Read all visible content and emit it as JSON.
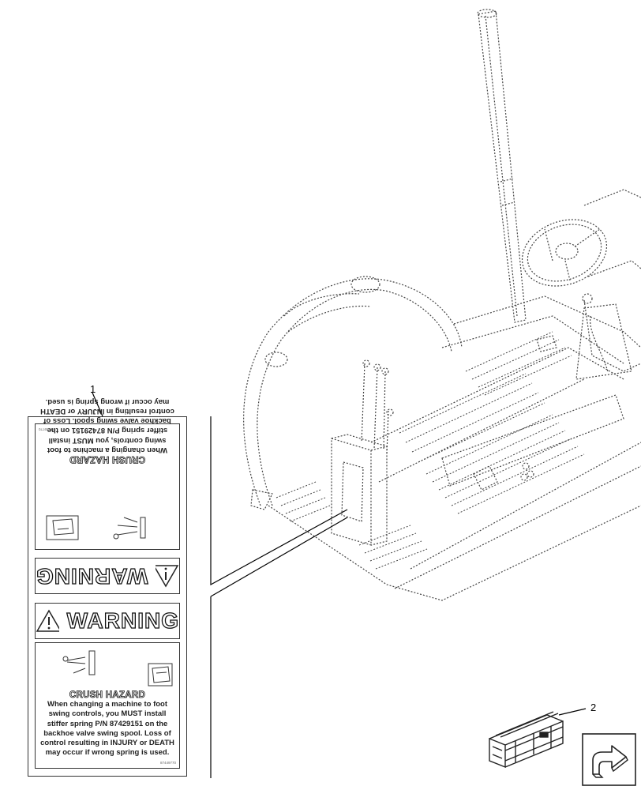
{
  "callouts": {
    "decal": "1",
    "crate": "2"
  },
  "decal": {
    "top_hazard_title": "CRUSH HAZARD",
    "top_hazard_text": "When changing a machine to foot swing controls, you MUST install stiffer spring P/N 87429151 on the backhoe valve swing spool. Loss of control resulting in INJURY or DEATH may occur if wrong spring is used.",
    "top_code": "87449770",
    "warning_upside": "WARNING",
    "warning": "WARNING",
    "bottom_hazard_title": "CRUSH HAZARD",
    "bottom_hazard_lines": [
      "When changing a machine to foot",
      "swing controls, you MUST install",
      "stiffer spring P/N 87429151 on the",
      "backhoe valve swing spool. Loss of",
      "control resulting in INJURY or DEATH",
      "may occur if wrong spring is used."
    ],
    "bottom_code": "87449770"
  },
  "colors": {
    "line": "#333333",
    "background": "#ffffff"
  }
}
